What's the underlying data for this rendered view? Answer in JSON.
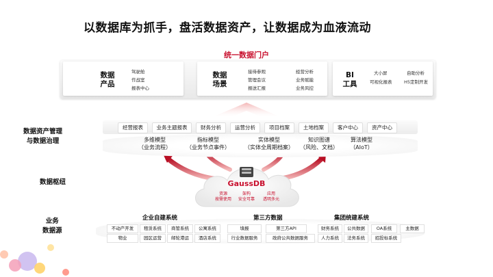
{
  "title": "以数据库为抓手，盘活数据资产，让数据成为血液流动",
  "portal": {
    "title": "统一数据门户",
    "cards": [
      {
        "name": "数据\n产品",
        "items": [
          "驾驶舱",
          "作战室",
          "报表中心"
        ]
      },
      {
        "name": "数据\n场景",
        "items_left": [
          "接待参观",
          "管理会议",
          "报送汇报"
        ],
        "items_right": [
          "经营分析",
          "业务赋能",
          "业务风控"
        ]
      },
      {
        "name": "BI\n工具",
        "items_left": [
          "大小屏",
          "可视化报表"
        ],
        "items_right": [
          "自助分析",
          "H5定制开发"
        ]
      }
    ]
  },
  "left_labels": {
    "governance": "数据资产管理\n与数据治理",
    "hub": "数据枢纽",
    "sources": "业务\n数据源"
  },
  "topics": [
    "经营报表",
    "业务主题报表",
    "财务分析",
    "运营分析",
    "项目档案",
    "土地档案",
    "客户中心",
    "资产中心"
  ],
  "models": [
    {
      "name": "多维模型",
      "desc": "（业务流程）"
    },
    {
      "name": "指标模型",
      "desc": "（业务节点事件）"
    },
    {
      "name": "实体模型",
      "desc": "（实体全周期档案）"
    },
    {
      "name": "知识图谱",
      "desc": "（风险、文档）"
    },
    {
      "name": "算法模型",
      "desc": "（AIoT）"
    }
  ],
  "gauss": {
    "name": "GaussDB",
    "features": [
      {
        "line1": "资源",
        "line2": "按需使用"
      },
      {
        "line1": "架构",
        "line2": "安全可靠"
      },
      {
        "line1": "应用",
        "line2": "透明多元"
      }
    ]
  },
  "sources": {
    "groups": [
      {
        "title": "企业自建系统",
        "row1": [
          "不动产开发",
          "租赁系统",
          "商管系统",
          "公寓系统"
        ],
        "row2": [
          "物业",
          "园区运营",
          "邮轮港运",
          "酒店系统"
        ]
      },
      {
        "title": "第三方数据",
        "row1": [
          "填报",
          "第三方API"
        ],
        "row2": [
          "行业数据服务",
          "政府公共数据服务"
        ]
      },
      {
        "title": "集团统建系统",
        "row1": [
          "财务系统",
          "公共数据",
          "OA系统",
          "主数据"
        ],
        "row2": [
          "人力系统",
          "法务系统",
          "招投标系统"
        ]
      }
    ]
  },
  "colors": {
    "accent": "#c8102e",
    "arrow_light": "#f7c7c7"
  }
}
